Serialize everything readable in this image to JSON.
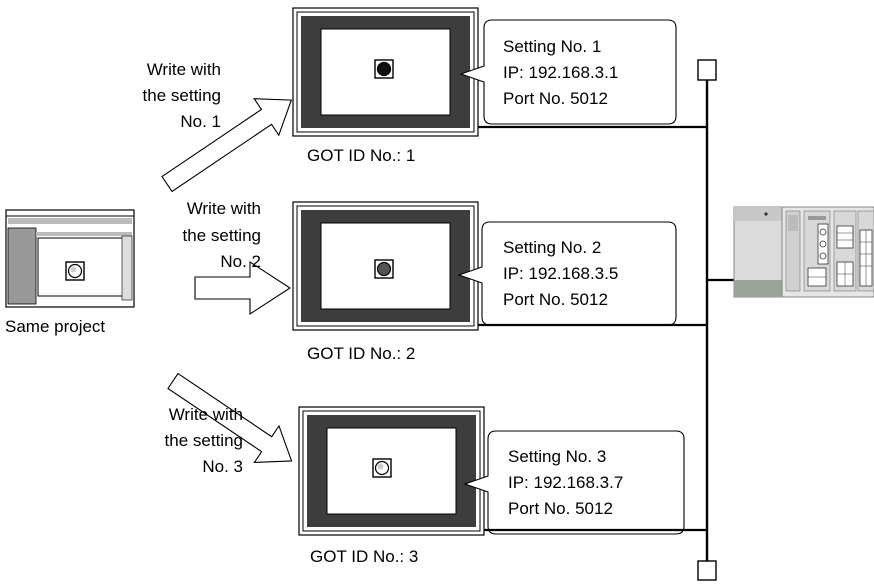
{
  "project": {
    "caption": "Same project"
  },
  "gots": [
    {
      "id_label": "GOT ID No.: 1",
      "setting": "Setting No. 1",
      "ip": "IP: 192.168.3.1",
      "port": "Port No. 5012",
      "write_lines": [
        "Write with",
        "the setting",
        "No. 1"
      ],
      "button_fill": "#111111"
    },
    {
      "id_label": "GOT ID No.: 2",
      "setting": "Setting No. 2",
      "ip": "IP: 192.168.3.5",
      "port": "Port No. 5012",
      "write_lines": [
        "Write with",
        "the setting",
        "No. 2"
      ],
      "button_fill": "#555555"
    },
    {
      "id_label": "GOT ID No.: 3",
      "setting": "Setting No. 3",
      "ip": "IP: 192.168.3.7",
      "port": "Port No. 5012",
      "write_lines": [
        "Write with",
        "the setting",
        "No. 3"
      ],
      "button_fill": "#ffffff"
    }
  ],
  "colors": {
    "plc_body": "#dcdcdc",
    "plc_accent": "#9aa59a",
    "line": "#000000"
  }
}
